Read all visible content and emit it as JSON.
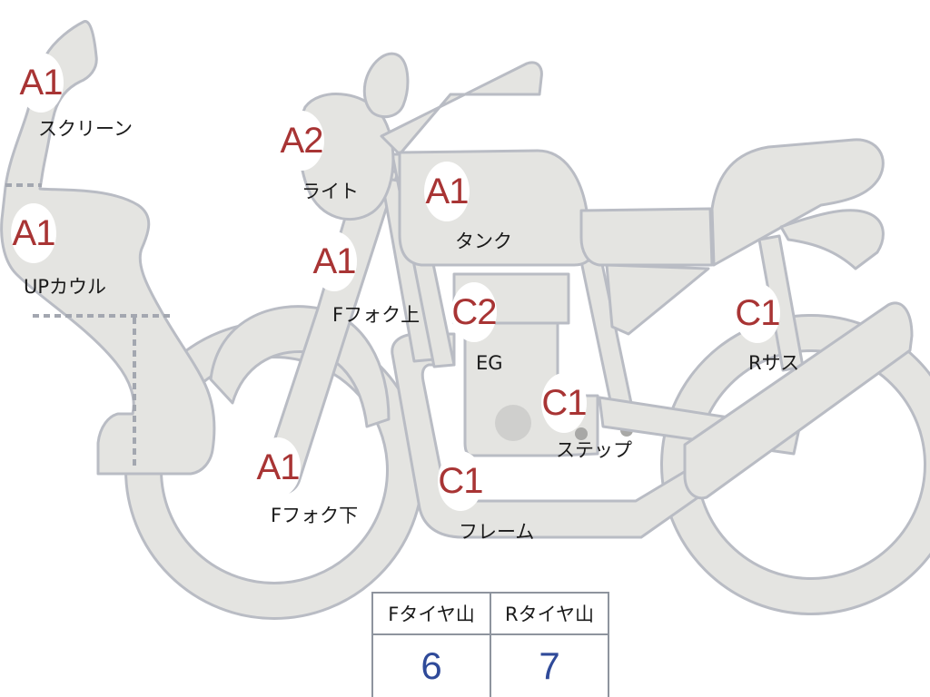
{
  "parts": [
    {
      "id": "screen",
      "grade": "A1",
      "label": "スクリーン"
    },
    {
      "id": "light",
      "grade": "A2",
      "label": "ライト"
    },
    {
      "id": "tank",
      "grade": "A1",
      "label": "タンク"
    },
    {
      "id": "upcowl",
      "grade": "A1",
      "label": "UPカウル"
    },
    {
      "id": "ffork-up",
      "grade": "A1",
      "label": "Fフォク上"
    },
    {
      "id": "engine",
      "grade": "C2",
      "label": "EG"
    },
    {
      "id": "rsus",
      "grade": "C1",
      "label": "Rサス"
    },
    {
      "id": "step",
      "grade": "C1",
      "label": "ステップ"
    },
    {
      "id": "ffork-lo",
      "grade": "A1",
      "label": "Fフォク下"
    },
    {
      "id": "frame",
      "grade": "C1",
      "label": "フレーム"
    }
  ],
  "tread": {
    "front_header": "Fタイヤ山",
    "rear_header": "Rタイヤ山",
    "front_value": "6",
    "rear_value": "7"
  },
  "colors": {
    "grade_text": "#a83434",
    "tread_value": "#2f4a99",
    "part_fill": "#e4e4e1",
    "part_outline": "#b9bcc4"
  }
}
